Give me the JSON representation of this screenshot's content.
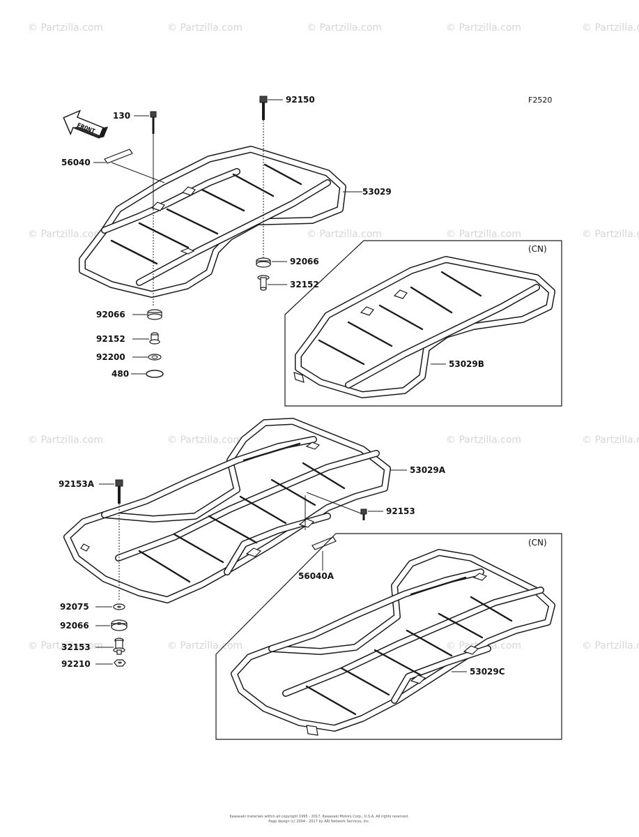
{
  "figure_code": "F2520",
  "front_arrow_label": "FRONT",
  "watermark_text": "© Partzilla.com",
  "variant_label": "(CN)",
  "parts": {
    "p130": "130",
    "p56040": "56040",
    "p92150": "92150",
    "p53029": "53029",
    "p92066_top": "92066",
    "p32152": "32152",
    "p92066_left": "92066",
    "p92152": "92152",
    "p92200": "92200",
    "p480": "480",
    "p53029B": "53029B",
    "p53029A": "53029A",
    "p92153A": "92153A",
    "p92153": "92153",
    "p56040A": "56040A",
    "p92075": "92075",
    "p92066_bottom": "92066",
    "p32153": "32153",
    "p92210": "92210",
    "p53029C": "53029C"
  },
  "footer": {
    "line1": "Kawasaki materials within all copyright 1995 - 2017. Kawasaki Motors Corp., U.S.A. All rights reserved.",
    "line2": "Page design (c) 2004 - 2017 by ARI Network Services, Inc."
  }
}
